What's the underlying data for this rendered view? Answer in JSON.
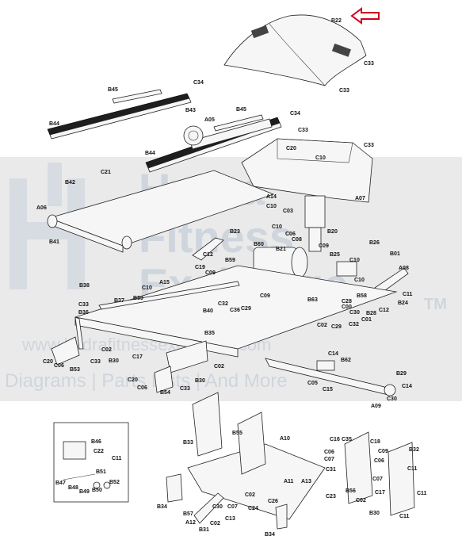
{
  "watermark": {
    "brand_line1": "Hydra",
    "brand_line2": "Fitness",
    "brand_line3": "Exchange",
    "tm": "TM",
    "url": "www.hydrafitnessexchange.com",
    "tagline": "Diagrams | Parts Lists | And More"
  },
  "highlight_color": "#d0021b",
  "labels": [
    {
      "id": "B22",
      "text": "B22"
    },
    {
      "id": "C33a",
      "text": "C33"
    },
    {
      "id": "C33b",
      "text": "C33"
    },
    {
      "id": "B45a",
      "text": "B45"
    },
    {
      "id": "C34a",
      "text": "C34"
    },
    {
      "id": "B43",
      "text": "B43"
    },
    {
      "id": "A05",
      "text": "A05"
    },
    {
      "id": "B45b",
      "text": "B45"
    },
    {
      "id": "C34b",
      "text": "C34"
    },
    {
      "id": "B44a",
      "text": "B44"
    },
    {
      "id": "C33c",
      "text": "C33"
    },
    {
      "id": "C33d",
      "text": "C33"
    },
    {
      "id": "B44b",
      "text": "B44"
    },
    {
      "id": "C20a",
      "text": "C20"
    },
    {
      "id": "C10a",
      "text": "C10"
    },
    {
      "id": "C21",
      "text": "C21"
    },
    {
      "id": "B42",
      "text": "B42"
    },
    {
      "id": "A14",
      "text": "A14"
    },
    {
      "id": "C10b",
      "text": "C10"
    },
    {
      "id": "A07",
      "text": "A07"
    },
    {
      "id": "A06",
      "text": "A06"
    },
    {
      "id": "C03",
      "text": "C03"
    },
    {
      "id": "B41",
      "text": "B41"
    },
    {
      "id": "B23",
      "text": "B23"
    },
    {
      "id": "C10c",
      "text": "C10"
    },
    {
      "id": "C06a",
      "text": "C06"
    },
    {
      "id": "C08",
      "text": "C08"
    },
    {
      "id": "B20",
      "text": "B20"
    },
    {
      "id": "B60",
      "text": "B60"
    },
    {
      "id": "B21",
      "text": "B21"
    },
    {
      "id": "C09a",
      "text": "C09"
    },
    {
      "id": "B26",
      "text": "B26"
    },
    {
      "id": "C12a",
      "text": "C12"
    },
    {
      "id": "B59",
      "text": "B59"
    },
    {
      "id": "B25",
      "text": "B25"
    },
    {
      "id": "C10d",
      "text": "C10"
    },
    {
      "id": "B01",
      "text": "B01"
    },
    {
      "id": "A08",
      "text": "A08"
    },
    {
      "id": "C19",
      "text": "C19"
    },
    {
      "id": "C09b",
      "text": "C09"
    },
    {
      "id": "C10e",
      "text": "C10"
    },
    {
      "id": "B38",
      "text": "B38"
    },
    {
      "id": "A15",
      "text": "A15"
    },
    {
      "id": "C10f",
      "text": "C10"
    },
    {
      "id": "B39",
      "text": "B39"
    },
    {
      "id": "C09c",
      "text": "C09"
    },
    {
      "id": "B63",
      "text": "B63"
    },
    {
      "id": "C28",
      "text": "C28"
    },
    {
      "id": "B58",
      "text": "B58"
    },
    {
      "id": "C11a",
      "text": "C11"
    },
    {
      "id": "B24",
      "text": "B24"
    },
    {
      "id": "C33e",
      "text": "C33"
    },
    {
      "id": "B37",
      "text": "B37"
    },
    {
      "id": "C32a",
      "text": "C32"
    },
    {
      "id": "C36",
      "text": "C36"
    },
    {
      "id": "C29a",
      "text": "C29"
    },
    {
      "id": "C30a",
      "text": "C30"
    },
    {
      "id": "B28",
      "text": "B28"
    },
    {
      "id": "C12b",
      "text": "C12"
    },
    {
      "id": "B36",
      "text": "B36"
    },
    {
      "id": "B40",
      "text": "B40"
    },
    {
      "id": "C00",
      "text": "C00"
    },
    {
      "id": "C01",
      "text": "C01"
    },
    {
      "id": "B35",
      "text": "B35"
    },
    {
      "id": "C02a",
      "text": "C02"
    },
    {
      "id": "C29b",
      "text": "C29"
    },
    {
      "id": "C32b",
      "text": "C32"
    },
    {
      "id": "C02b",
      "text": "C02"
    },
    {
      "id": "C14a",
      "text": "C14"
    },
    {
      "id": "C20b",
      "text": "C20"
    },
    {
      "id": "C06b",
      "text": "C06"
    },
    {
      "id": "B53",
      "text": "B53"
    },
    {
      "id": "C33f",
      "text": "C33"
    },
    {
      "id": "B30a",
      "text": "B30"
    },
    {
      "id": "C17",
      "text": "C17"
    },
    {
      "id": "B62",
      "text": "B62"
    },
    {
      "id": "C02c",
      "text": "C02"
    },
    {
      "id": "C20c",
      "text": "C20"
    },
    {
      "id": "C06c",
      "text": "C06"
    },
    {
      "id": "B54",
      "text": "B54"
    },
    {
      "id": "C33g",
      "text": "C33"
    },
    {
      "id": "B30b",
      "text": "B30"
    },
    {
      "id": "C05",
      "text": "C05"
    },
    {
      "id": "C15",
      "text": "C15"
    },
    {
      "id": "B29",
      "text": "B29"
    },
    {
      "id": "C14b",
      "text": "C14"
    },
    {
      "id": "C30b",
      "text": "C30"
    },
    {
      "id": "A09",
      "text": "A09"
    },
    {
      "id": "B46",
      "text": "B46"
    },
    {
      "id": "C22",
      "text": "C22"
    },
    {
      "id": "C11b",
      "text": "C11"
    },
    {
      "id": "B51",
      "text": "B51"
    },
    {
      "id": "B47",
      "text": "B47"
    },
    {
      "id": "B48",
      "text": "B48"
    },
    {
      "id": "B49",
      "text": "B49"
    },
    {
      "id": "B50",
      "text": "B50"
    },
    {
      "id": "B52",
      "text": "B52"
    },
    {
      "id": "B33",
      "text": "B33"
    },
    {
      "id": "B55",
      "text": "B55"
    },
    {
      "id": "A10",
      "text": "A10"
    },
    {
      "id": "C16",
      "text": "C16"
    },
    {
      "id": "C35",
      "text": "C35"
    },
    {
      "id": "C18",
      "text": "C18"
    },
    {
      "id": "C06d",
      "text": "C06"
    },
    {
      "id": "C09d",
      "text": "C09"
    },
    {
      "id": "B32",
      "text": "B32"
    },
    {
      "id": "C07a",
      "text": "C07"
    },
    {
      "id": "C06e",
      "text": "C06"
    },
    {
      "id": "C31",
      "text": "C31"
    },
    {
      "id": "C11c",
      "text": "C11"
    },
    {
      "id": "A11",
      "text": "A11"
    },
    {
      "id": "A13",
      "text": "A13"
    },
    {
      "id": "B56",
      "text": "B56"
    },
    {
      "id": "C07b",
      "text": "C07"
    },
    {
      "id": "C11d",
      "text": "C11"
    },
    {
      "id": "C02d",
      "text": "C02"
    },
    {
      "id": "C26",
      "text": "C26"
    },
    {
      "id": "C23",
      "text": "C23"
    },
    {
      "id": "C17b",
      "text": "C17"
    },
    {
      "id": "C24",
      "text": "C24"
    },
    {
      "id": "C02e",
      "text": "C02"
    },
    {
      "id": "C30c",
      "text": "C30"
    },
    {
      "id": "C07c",
      "text": "C07"
    },
    {
      "id": "B34a",
      "text": "B34"
    },
    {
      "id": "B57",
      "text": "B57"
    },
    {
      "id": "C13",
      "text": "C13"
    },
    {
      "id": "A12",
      "text": "A12"
    },
    {
      "id": "C02f",
      "text": "C02"
    },
    {
      "id": "B31",
      "text": "B31"
    },
    {
      "id": "B30c",
      "text": "B30"
    },
    {
      "id": "C11e",
      "text": "C11"
    },
    {
      "id": "B34b",
      "text": "B34"
    }
  ]
}
